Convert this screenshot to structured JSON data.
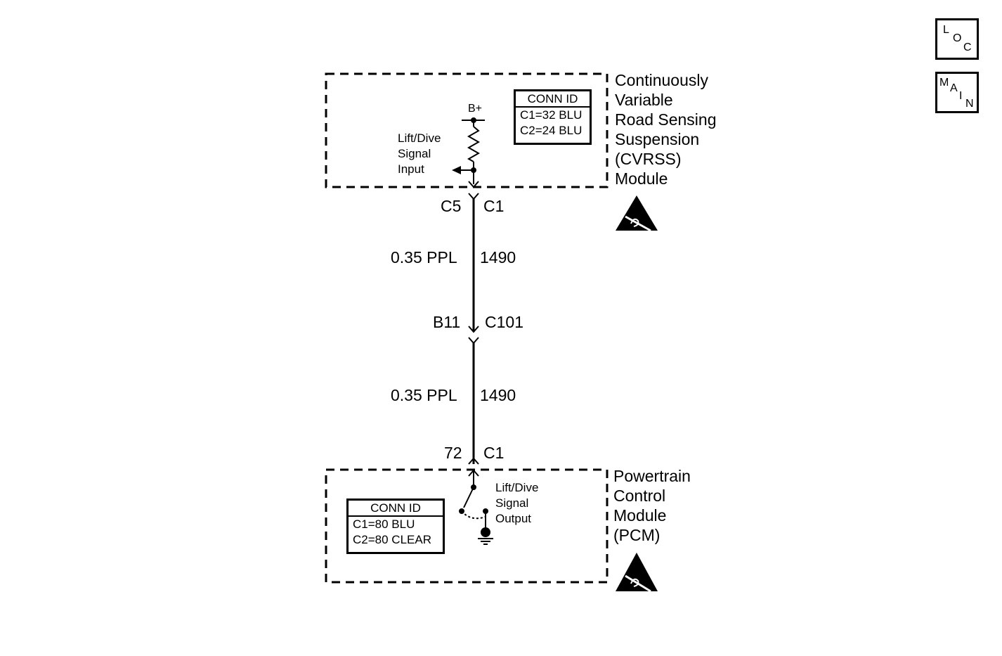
{
  "modules": {
    "cvrss": {
      "title": "Continuously\nVariable\nRoad Sensing\nSuspension\n(CVRSS)\nModule",
      "conn_id": {
        "header": "CONN ID",
        "rows": [
          "C1=32 BLU",
          "C2=24 BLU"
        ]
      },
      "supply_label": "B+",
      "circuit_label": "Lift/Dive\nSignal\nInput"
    },
    "pcm": {
      "title": "Powertrain\nControl\nModule\n(PCM)",
      "conn_id": {
        "header": "CONN ID",
        "rows": [
          "C1=80 BLU",
          "C2=80 CLEAR"
        ]
      },
      "circuit_label": "Lift/Dive\nSignal\nOutput"
    }
  },
  "connectors": {
    "top_pin": "C5",
    "top_conn": "C1",
    "inline_pin": "B11",
    "inline_conn": "C101",
    "bottom_pin": "72",
    "bottom_conn": "C1"
  },
  "wires": [
    {
      "gauge_color": "0.35 PPL",
      "circuit": "1490"
    },
    {
      "gauge_color": "0.35 PPL",
      "circuit": "1490"
    }
  ],
  "nav": {
    "loc": [
      "L",
      "O",
      "C"
    ],
    "main": [
      "M",
      "A",
      "I",
      "N"
    ]
  },
  "icons": {
    "esd": "esd-sensitive-icon",
    "ground": "ground-icon",
    "resistor": "pullup-resistor-icon",
    "switch": "switch-icon"
  }
}
